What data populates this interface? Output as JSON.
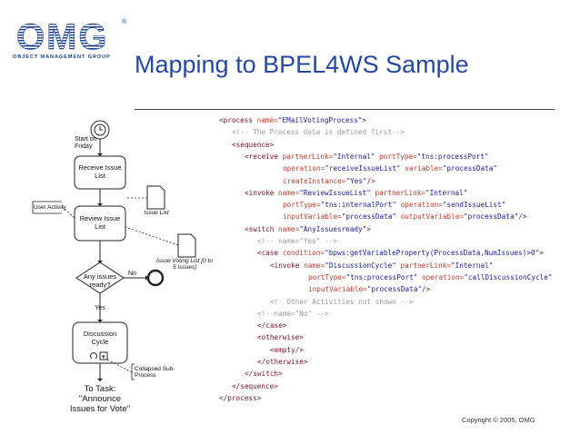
{
  "header": {
    "logo_text": "OMG",
    "logo_subtitle": "OBJECT MANAGEMENT GROUP",
    "title": "Mapping to BPEL4WS Sample"
  },
  "diagram": {
    "start_label": "Start on Friday",
    "task_receive": "Receive Issue List",
    "task_review": "Review Issue List",
    "gateway": "Any issues ready?",
    "no_label": "No",
    "yes_label": "Yes",
    "subprocess": "Discussion Cycle",
    "end_task": "To Task: \"Announce Issues for Vote\"",
    "annotation_user": "User Activity",
    "annotation_issue_list": "Issue List",
    "annotation_voting": "Issue Voting List [0 to 5 Issues]",
    "annotation_collapsed": "Collapsed Sub-Process"
  },
  "code_lines": [
    {
      "indent": 0,
      "parts": [
        {
          "t": "tag",
          "s": "<process "
        },
        {
          "t": "attr",
          "s": "name="
        },
        {
          "t": "val",
          "s": "\"EMailVotingProcess\""
        },
        {
          "t": "tag",
          "s": ">"
        }
      ]
    },
    {
      "indent": 1,
      "parts": [
        {
          "t": "cmt",
          "s": "<!-- The Process data is defined first-->"
        }
      ]
    },
    {
      "indent": 1,
      "parts": [
        {
          "t": "tag",
          "s": "<sequence>"
        }
      ]
    },
    {
      "indent": 2,
      "parts": [
        {
          "t": "tag",
          "s": "<receive "
        },
        {
          "t": "attr",
          "s": "partnerLink="
        },
        {
          "t": "val",
          "s": "\"Internal\" "
        },
        {
          "t": "attr",
          "s": "portType="
        },
        {
          "t": "val",
          "s": "\"tns:processPort\""
        }
      ]
    },
    {
      "indent": 5,
      "parts": [
        {
          "t": "attr",
          "s": "operation="
        },
        {
          "t": "val",
          "s": "\"receiveIssueList\" "
        },
        {
          "t": "attr",
          "s": "variable="
        },
        {
          "t": "val",
          "s": "\"processData\""
        }
      ]
    },
    {
      "indent": 5,
      "parts": [
        {
          "t": "attr",
          "s": "createInstance="
        },
        {
          "t": "val",
          "s": "\"Yes\""
        },
        {
          "t": "tag",
          "s": "/>"
        }
      ]
    },
    {
      "indent": 2,
      "parts": [
        {
          "t": "tag",
          "s": "<invoke "
        },
        {
          "t": "attr",
          "s": "name="
        },
        {
          "t": "val",
          "s": "\"ReviewIssueList\" "
        },
        {
          "t": "attr",
          "s": "partnerLink="
        },
        {
          "t": "val",
          "s": "\"Internal\""
        }
      ]
    },
    {
      "indent": 5,
      "parts": [
        {
          "t": "attr",
          "s": "portType="
        },
        {
          "t": "val",
          "s": "\"tns:internalPort\" "
        },
        {
          "t": "attr",
          "s": "operation="
        },
        {
          "t": "val",
          "s": "\"sendIssueList\""
        }
      ]
    },
    {
      "indent": 5,
      "parts": [
        {
          "t": "attr",
          "s": "inputVariable="
        },
        {
          "t": "val",
          "s": "\"processData\" "
        },
        {
          "t": "attr",
          "s": "outputVariable="
        },
        {
          "t": "val",
          "s": "\"processData\""
        },
        {
          "t": "tag",
          "s": "/>"
        }
      ]
    },
    {
      "indent": 2,
      "parts": [
        {
          "t": "tag",
          "s": "<switch "
        },
        {
          "t": "attr",
          "s": "name="
        },
        {
          "t": "val",
          "s": "\"AnyIssuesready\""
        },
        {
          "t": "tag",
          "s": ">"
        }
      ]
    },
    {
      "indent": 3,
      "parts": [
        {
          "t": "cmt",
          "s": "<!-- name=\"Yes\" -->"
        }
      ]
    },
    {
      "indent": 3,
      "parts": [
        {
          "t": "tag",
          "s": "<case "
        },
        {
          "t": "attr",
          "s": "condition="
        },
        {
          "t": "val",
          "s": "\"bpws:getVariableProperty(ProcessData,NumIssues)>0\""
        },
        {
          "t": "tag",
          "s": ">"
        }
      ]
    },
    {
      "indent": 4,
      "parts": [
        {
          "t": "tag",
          "s": "<invoke "
        },
        {
          "t": "attr",
          "s": "name="
        },
        {
          "t": "val",
          "s": "\"DiscussionCycle\" "
        },
        {
          "t": "attr",
          "s": "partnerLink="
        },
        {
          "t": "val",
          "s": "\"Internal\""
        }
      ]
    },
    {
      "indent": 7,
      "parts": [
        {
          "t": "attr",
          "s": "portType="
        },
        {
          "t": "val",
          "s": "\"tns:processPort\" "
        },
        {
          "t": "attr",
          "s": "operation="
        },
        {
          "t": "val",
          "s": "\"callDiscussionCycle\""
        }
      ]
    },
    {
      "indent": 7,
      "parts": [
        {
          "t": "attr",
          "s": "inputVariable="
        },
        {
          "t": "val",
          "s": "\"processData\""
        },
        {
          "t": "tag",
          "s": "/>"
        }
      ]
    },
    {
      "indent": 4,
      "parts": [
        {
          "t": "cmt",
          "s": "<!- Other Activities not shown -->"
        }
      ]
    },
    {
      "indent": 3,
      "parts": [
        {
          "t": "cmt",
          "s": "<!--name=\"No\" -->"
        }
      ]
    },
    {
      "indent": 3,
      "parts": [
        {
          "t": "tag",
          "s": "</case>"
        }
      ]
    },
    {
      "indent": 3,
      "parts": [
        {
          "t": "tag",
          "s": "<otherwise>"
        }
      ]
    },
    {
      "indent": 4,
      "parts": [
        {
          "t": "tag",
          "s": "<empty/>"
        }
      ]
    },
    {
      "indent": 3,
      "parts": [
        {
          "t": "tag",
          "s": "</otherwise>"
        }
      ]
    },
    {
      "indent": 2,
      "parts": [
        {
          "t": "tag",
          "s": "</switch>"
        }
      ]
    },
    {
      "indent": 1,
      "parts": [
        {
          "t": "tag",
          "s": "</sequence>"
        }
      ]
    },
    {
      "indent": 0,
      "parts": [
        {
          "t": "tag",
          "s": "</process>"
        }
      ]
    }
  ],
  "footer": {
    "copyright": "Copyright © 2005, OMG"
  }
}
